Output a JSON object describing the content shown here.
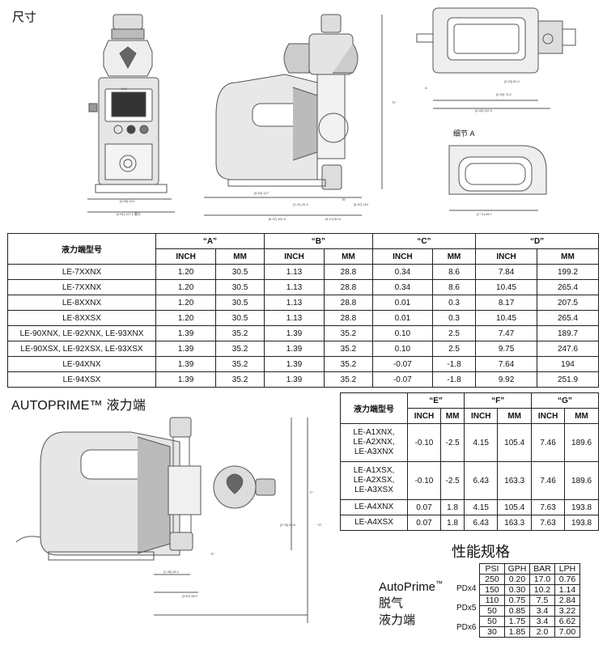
{
  "title": "尺寸",
  "detail_label": "细节 A",
  "drawing_labels": {
    "A": "A",
    "B": "\"B\"",
    "C": "\"C\"",
    "D": "\"D\"",
    "E": "\"E\"",
    "F": "\"F\"",
    "G": "\"G\"",
    "logo": "LMI",
    "dims": [
      "[4.09] 104",
      "[4.61] 117.1 最大",
      "[5.00] 127",
      "[1.21] 31.2",
      "[6.37] 161.9",
      "[5.67] 144",
      "[3.17] 80.6",
      "[3.20] 81.2",
      "[2.92] 74.2",
      "[0.75] 19",
      "[4.43] 112.5",
      "[3.76] 95.5",
      "[1.38] 35.2",
      "[3.87] 98.2",
      "[0.38]",
      "[2.19]",
      "[2.71] 68.7"
    ]
  },
  "dimension_table": {
    "header": {
      "model_label": "液力端型号",
      "groups": [
        "“A”",
        "“B”",
        "“C”",
        "“D”"
      ],
      "units": [
        "INCH",
        "MM",
        "INCH",
        "MM",
        "INCH",
        "MM",
        "INCH",
        "MM"
      ]
    },
    "rows": [
      {
        "model": "LE-7XXNX",
        "values": [
          "1.20",
          "30.5",
          "1.13",
          "28.8",
          "0.34",
          "8.6",
          "7.84",
          "199.2"
        ]
      },
      {
        "model": "LE-7XXNX",
        "values": [
          "1.20",
          "30.5",
          "1.13",
          "28.8",
          "0.34",
          "8.6",
          "10.45",
          "265.4"
        ]
      },
      {
        "model": "LE-8XXNX",
        "values": [
          "1.20",
          "30.5",
          "1.13",
          "28.8",
          "0.01",
          "0.3",
          "8.17",
          "207.5"
        ]
      },
      {
        "model": "LE-8XXSX",
        "values": [
          "1.20",
          "30.5",
          "1.13",
          "28.8",
          "0.01",
          "0.3",
          "10.45",
          "265.4"
        ]
      },
      {
        "model": "LE-90XNX, LE-92XNX, LE-93XNX",
        "values": [
          "1.39",
          "35.2",
          "1.39",
          "35.2",
          "0.10",
          "2.5",
          "7.47",
          "189.7"
        ]
      },
      {
        "model": "LE-90XSX, LE-92XSX, LE-93XSX",
        "values": [
          "1.39",
          "35.2",
          "1.39",
          "35.2",
          "0.10",
          "2.5",
          "9.75",
          "247.6"
        ]
      },
      {
        "model": "LE-94XNX",
        "values": [
          "1.39",
          "35.2",
          "1.39",
          "35.2",
          "-0.07",
          "-1.8",
          "7.64",
          "194"
        ]
      },
      {
        "model": "LE-94XSX",
        "values": [
          "1.39",
          "35.2",
          "1.39",
          "35.2",
          "-0.07",
          "-1.8",
          "9.92",
          "251.9"
        ]
      }
    ]
  },
  "autoprime": {
    "heading": "AUTOPRIME™ 液力端",
    "table": {
      "model_label": "液力端型号",
      "groups": [
        "“E”",
        "“F”",
        "“G”"
      ],
      "units": [
        "INCH",
        "MM",
        "INCH",
        "MM",
        "INCH",
        "MM"
      ],
      "rows": [
        {
          "model": [
            "LE-A1XNX,",
            "LE-A2XNX,",
            "LE-A3XNX"
          ],
          "values": [
            "-0.10",
            "-2.5",
            "4.15",
            "105.4",
            "7.46",
            "189.6"
          ]
        },
        {
          "model": [
            "LE-A1XSX,",
            "LE-A2XSX,",
            "LE-A3XSX"
          ],
          "values": [
            "-0.10",
            "-2.5",
            "6.43",
            "163.3",
            "7.46",
            "189.6"
          ]
        },
        {
          "model": [
            "LE-A4XNX"
          ],
          "values": [
            "0.07",
            "1.8",
            "4.15",
            "105.4",
            "7.63",
            "193.8"
          ]
        },
        {
          "model": [
            "LE-A4XSX"
          ],
          "values": [
            "0.07",
            "1.8",
            "6.43",
            "163.3",
            "7.63",
            "193.8"
          ]
        }
      ]
    }
  },
  "performance": {
    "heading": "性能规格",
    "label_line1": "AutoPrime",
    "label_tm": "™",
    "label_line2": "脱气",
    "label_line3": "液力端",
    "columns": [
      "PSI",
      "GPH",
      "BAR",
      "LPH"
    ],
    "groups": [
      {
        "name": "PDx4",
        "rows": [
          [
            "250",
            "0.20",
            "17.0",
            "0.76"
          ],
          [
            "150",
            "0.30",
            "10.2",
            "1.14"
          ]
        ]
      },
      {
        "name": "PDx5",
        "rows": [
          [
            "110",
            "0.75",
            "7.5",
            "2.84"
          ],
          [
            "50",
            "0.85",
            "3.4",
            "3.22"
          ]
        ]
      },
      {
        "name": "PDx6",
        "rows": [
          [
            "50",
            "1.75",
            "3.4",
            "6.62"
          ],
          [
            "30",
            "1.85",
            "2.0",
            "7.00"
          ]
        ]
      }
    ]
  },
  "colors": {
    "line": "#222222",
    "drawing": "#555555",
    "background": "#ffffff"
  }
}
